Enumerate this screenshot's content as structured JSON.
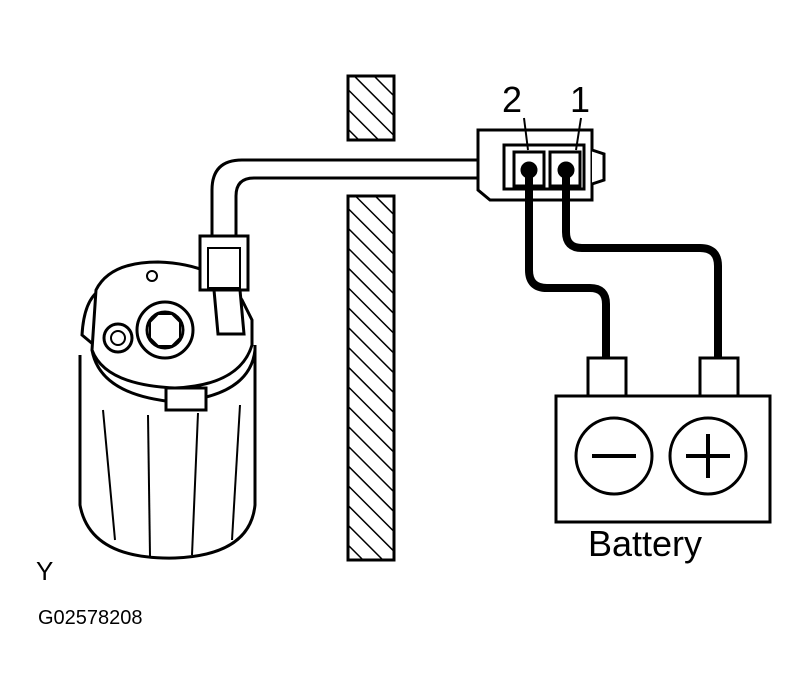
{
  "diagram": {
    "pin_labels": [
      "2",
      "1"
    ],
    "battery_label": "Battery",
    "corner_label": "Y",
    "figure_code": "G02578208",
    "battery_terminals": [
      "−",
      "+"
    ]
  }
}
